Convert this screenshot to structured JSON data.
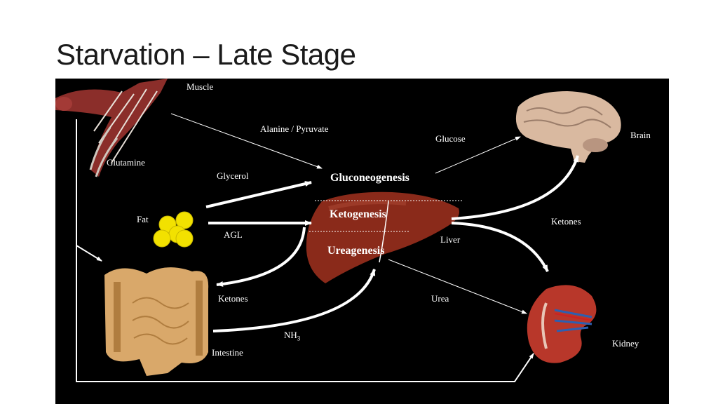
{
  "slide": {
    "title": "Starvation – Late Stage"
  },
  "labels": {
    "muscle": "Muscle",
    "alanine_pyruvate": "Alanine / Pyruvate",
    "glucose": "Glucose",
    "brain": "Brain",
    "glutamine": "Glutamine",
    "glycerol": "Glycerol",
    "gluconeogenesis": "Gluconeogenesis",
    "fat": "Fat",
    "ketogenesis": "Ketogenesis",
    "ketones_right": "Ketones",
    "agl": "AGL",
    "liver": "Liver",
    "ureagenesis": "Ureagenesis",
    "ketones_left": "Ketones",
    "urea": "Urea",
    "nh3_base": "NH",
    "nh3_sub": "3",
    "kidney": "Kidney",
    "intestine": "Intestine"
  },
  "colors": {
    "panel_bg": "#000000",
    "liver": "#8a2a1a",
    "fat": "#f2e100",
    "muscle": "#8b2e2a",
    "brain": "#d9b9a0",
    "intestine": "#d9a86a",
    "kidney": "#b8372a"
  },
  "icons": [
    "muscle-icon",
    "fat-cells-icon",
    "liver-icon",
    "brain-icon",
    "intestine-icon",
    "kidney-icon"
  ]
}
